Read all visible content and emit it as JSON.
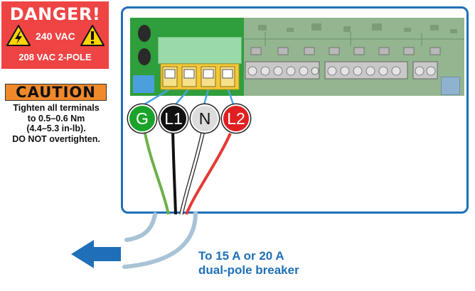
{
  "danger_sign": {
    "title": "DANGER!",
    "voltage_line1": "240 VAC",
    "voltage_line2": "208 VAC 2-POLE",
    "warning_icon": "high-voltage-warning-icon"
  },
  "caution_sign": {
    "title": "CAUTION",
    "line1": "Tighten all terminals",
    "line2": "to 0.5–0.6 Nm",
    "line3": "(4.4–5.3 in-lb).",
    "line4": "DO NOT overtighten."
  },
  "terminals": [
    {
      "label": "G",
      "wire_color": "#6db04a",
      "badge_color": "#1aa32a",
      "text_color": "#ffffff"
    },
    {
      "label": "L1",
      "wire_color": "#111111",
      "badge_color": "#111111",
      "text_color": "#ffffff"
    },
    {
      "label": "N",
      "wire_color": "#ffffff",
      "badge_color": "#dcdcdc",
      "text_color": "#111111"
    },
    {
      "label": "L2",
      "wire_color": "#e53935",
      "badge_color": "#e02020",
      "text_color": "#ffffff"
    }
  ],
  "breaker_note": {
    "line1": "To 15 A or 20 A",
    "line2": "dual-pole breaker",
    "arrow_icon": "arrow-left-icon"
  },
  "colors": {
    "enclosure_border": "#1e6fb8",
    "danger_red": "#ee4444",
    "caution_orange": "#f0892a",
    "pcb_green": "#2f9e3c",
    "cable_sheath": "#a9c3d6"
  }
}
